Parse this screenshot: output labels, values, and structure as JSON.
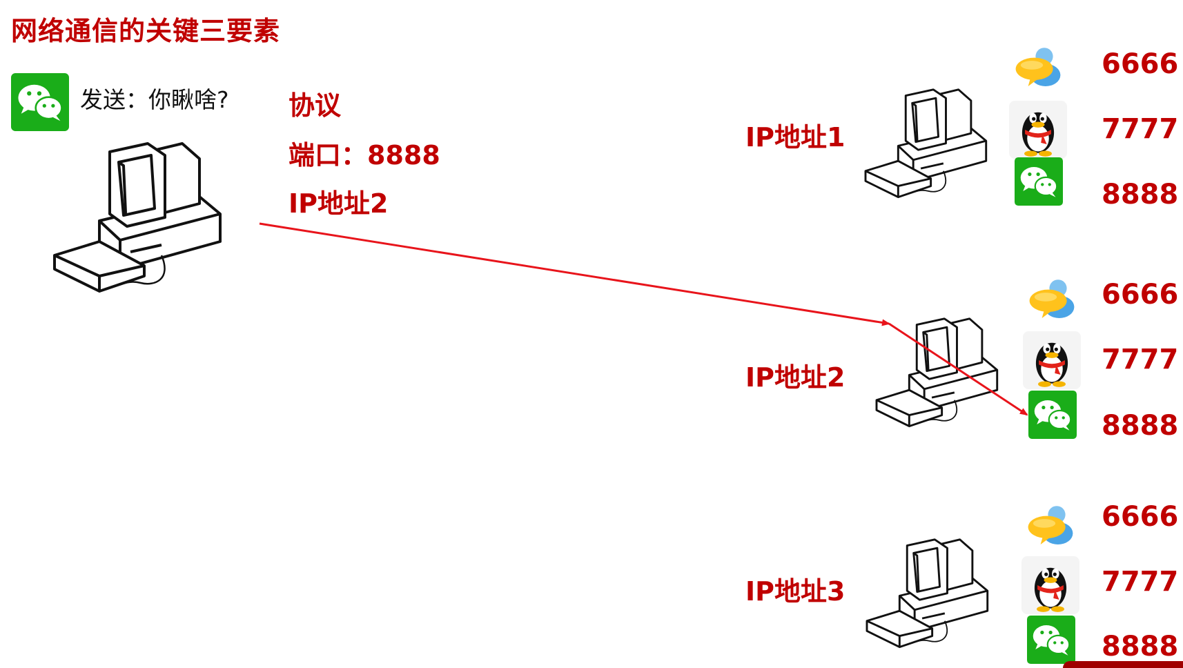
{
  "title": "网络通信的关键三要素",
  "sender": {
    "message": "发送：你瞅啥?",
    "app_icon": "wechat-icon",
    "computer_icon": "desktop-computer-icon"
  },
  "info": {
    "protocol": "协议",
    "port": "端口：8888",
    "ip": "IP地址2"
  },
  "hosts": [
    {
      "ip_label": "IP地址1",
      "apps": [
        {
          "icon": "chat-bubble-app-icon",
          "port": "6666"
        },
        {
          "icon": "qq-penguin-icon",
          "port": "7777"
        },
        {
          "icon": "wechat-icon",
          "port": "8888"
        }
      ]
    },
    {
      "ip_label": "IP地址2",
      "apps": [
        {
          "icon": "chat-bubble-app-icon",
          "port": "6666"
        },
        {
          "icon": "qq-penguin-icon",
          "port": "7777"
        },
        {
          "icon": "wechat-icon",
          "port": "8888"
        }
      ]
    },
    {
      "ip_label": "IP地址3",
      "apps": [
        {
          "icon": "chat-bubble-app-icon",
          "port": "6666"
        },
        {
          "icon": "qq-penguin-icon",
          "port": "7777"
        },
        {
          "icon": "wechat-icon",
          "port": "8888"
        }
      ]
    }
  ],
  "colors": {
    "accent": "#c00000",
    "arrow": "#e8141b",
    "wechat": "#1aad19"
  }
}
